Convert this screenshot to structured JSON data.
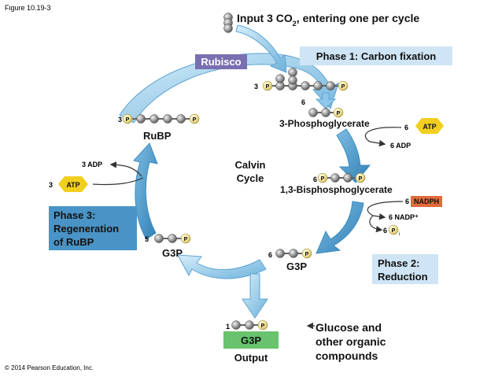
{
  "figure_label": "Figure 10.19-3",
  "copyright": "© 2014 Pearson Education, Inc.",
  "input": {
    "prefix": "Input 3 CO",
    "sub": "2",
    "suffix": ", entering one per cycle"
  },
  "enzyme": "Rubisco",
  "center": {
    "line1": "Calvin",
    "line2": "Cycle"
  },
  "phase1": "Phase 1: Carbon fixation",
  "phase2": {
    "line1": "Phase 2:",
    "line2": "Reduction"
  },
  "phase3": {
    "line1": "Phase 3:",
    "line2": "Regeneration",
    "line3": "of RuBP"
  },
  "molecules": {
    "rubp": "RuBP",
    "pga": "3-Phosphoglycerate",
    "bpg": "1,3-Bisphosphoglycerate",
    "g3p_right": "G3P",
    "g3p_left": "G3P",
    "g3p_out": "G3P",
    "output": "Output"
  },
  "counts": {
    "top_intermediate": "3",
    "pga": "6",
    "bpg": "6",
    "g3p_right": "6",
    "g3p_left": "5",
    "g3p_out": "1",
    "rubp": "3"
  },
  "phosphate": "P",
  "cofactors": {
    "atp_red_count": "6",
    "atp_label": "ATP",
    "adp_red": "6 ADP",
    "nadph_count": "6",
    "nadph_label": "NADPH",
    "nadp": "6 NADP⁺",
    "pi_count": "6",
    "pi_sub": "i",
    "adp_regen": "3 ADP",
    "atp_regen_count": "3"
  },
  "products": {
    "line1": "Glucose and",
    "line2": "other organic",
    "line3": "compounds"
  },
  "colors": {
    "atp": "#f2cf1f",
    "nadph": "#e06b3c",
    "phase_box": "#cfe5f5",
    "regen_box": "#4a93c6",
    "g3p_box": "#69c26e",
    "rubisco_box": "#7a6fb1",
    "arrow": "#8ec7e8"
  }
}
